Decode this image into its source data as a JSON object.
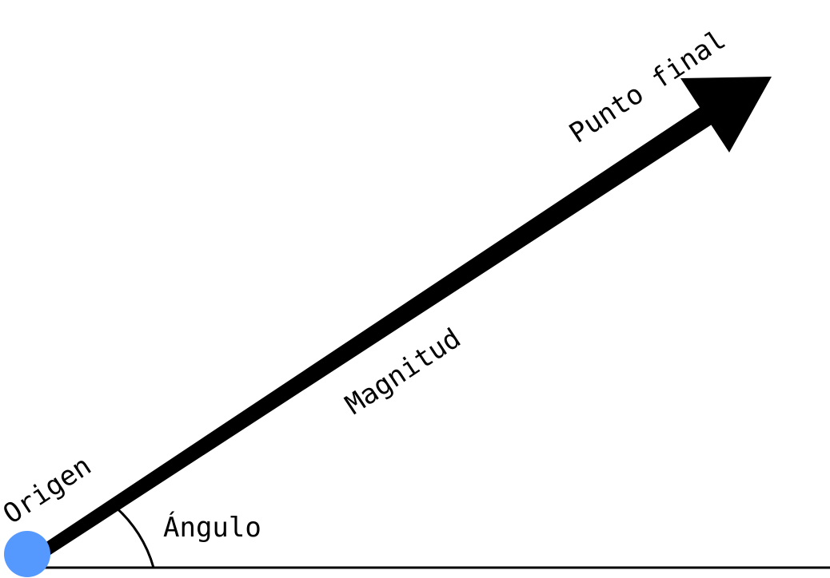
{
  "diagram": {
    "labels": {
      "origin": "Origen",
      "angle": "Ángulo",
      "magnitude": "Magnitud",
      "endpoint": "Punto final"
    },
    "colors": {
      "background": "#ffffff",
      "vector": "#000000",
      "origin_dot": "#5599ff",
      "baseline": "#000000"
    }
  }
}
